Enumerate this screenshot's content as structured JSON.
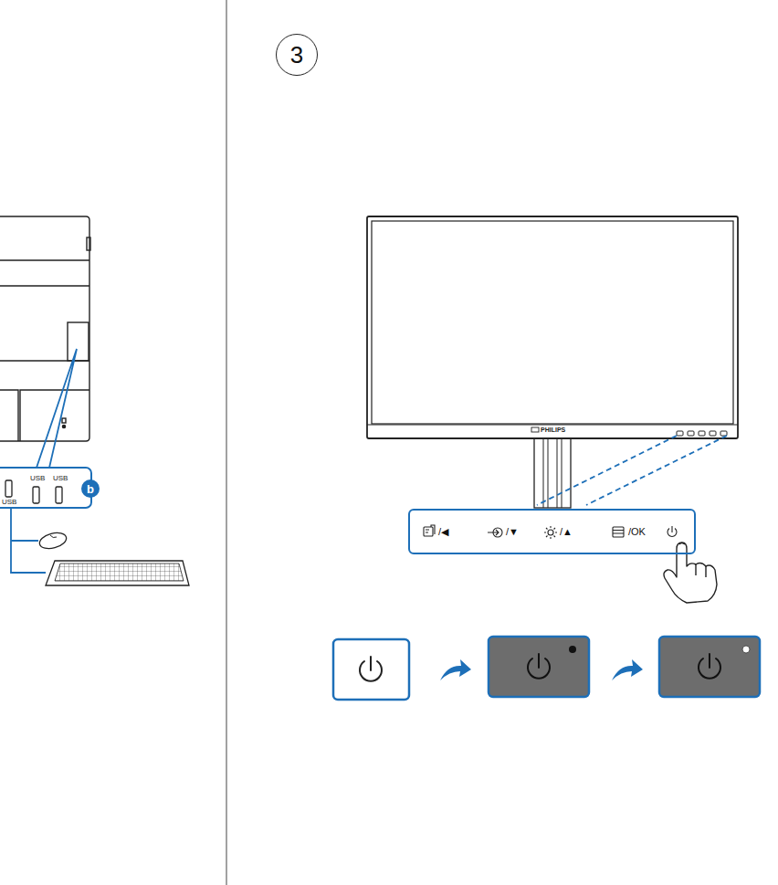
{
  "diagram": {
    "nodes": [
      {
        "text": [
          "b"
        ]
      },
      {
        "text": [
          "3"
        ]
      },
      {
        "text": [
          "/◀",
          "/▼",
          "/▲",
          "/OK"
        ]
      }
    ],
    "labels": [
      "USB",
      "USB",
      "USB",
      "PHILIPS"
    ]
  }
}
